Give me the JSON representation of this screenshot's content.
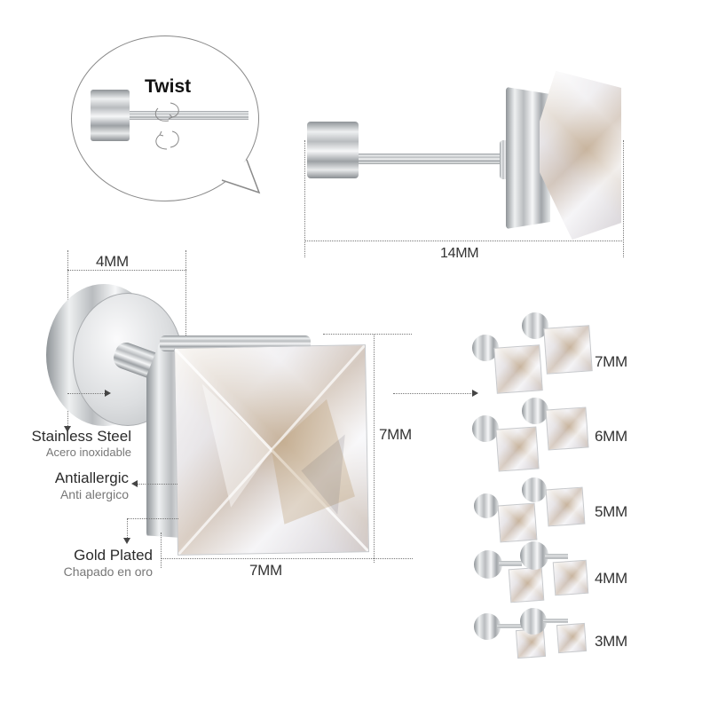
{
  "bubble": {
    "label": "Twist",
    "icon": "rotate-arrows-icon"
  },
  "side_view": {
    "dimension_label": "14MM"
  },
  "main_view": {
    "back_width_label": "4MM",
    "gem_height_label": "7MM",
    "gem_width_label": "7MM"
  },
  "features": [
    {
      "title": "Stainless Steel",
      "subtitle": "Acero inoxidable"
    },
    {
      "title": "Antiallergic",
      "subtitle": "Anti alergico"
    },
    {
      "title": "Gold Plated",
      "subtitle": "Chapado en oro"
    }
  ],
  "sizes": [
    {
      "label": "7MM"
    },
    {
      "label": "6MM"
    },
    {
      "label": "5MM"
    },
    {
      "label": "4MM"
    },
    {
      "label": "3MM"
    }
  ],
  "colors": {
    "text_primary": "#2b2b2b",
    "text_secondary": "#777777",
    "dimension_line": "#777777",
    "metal": "#c4c7ca",
    "background": "#ffffff"
  }
}
